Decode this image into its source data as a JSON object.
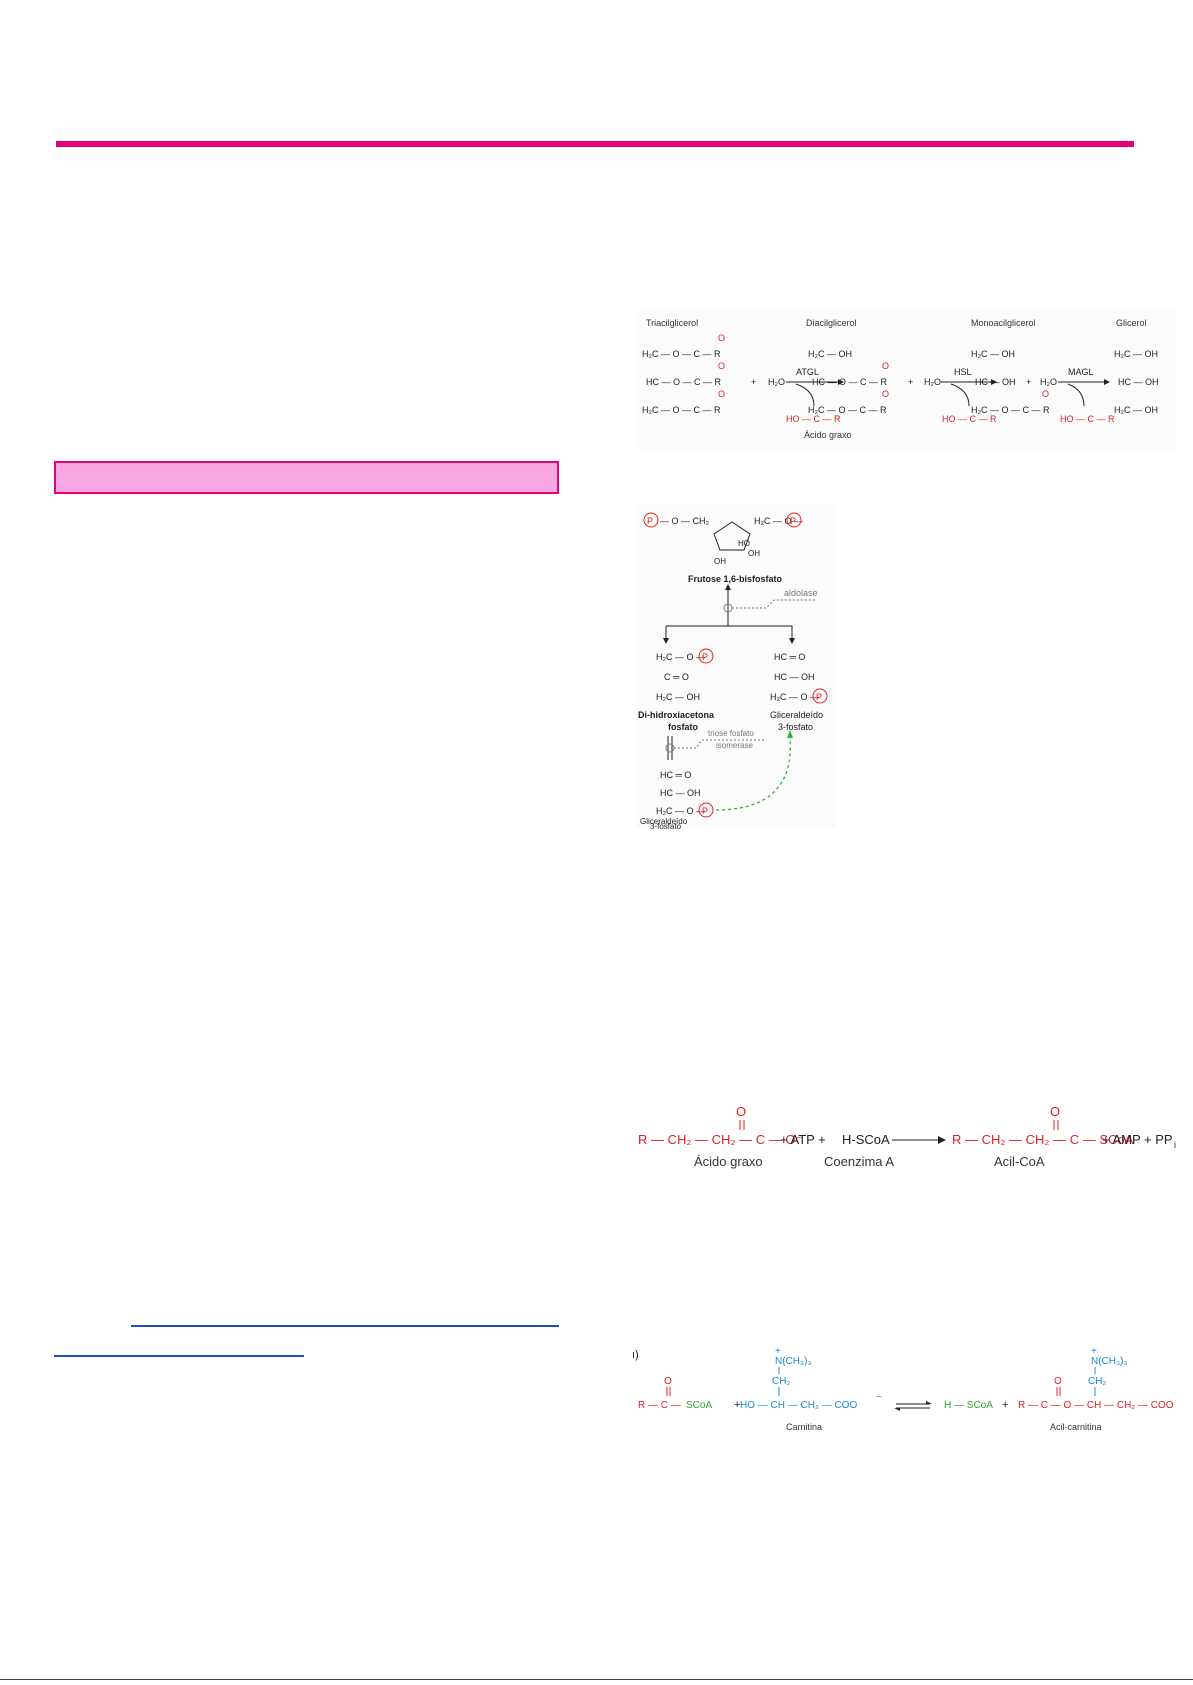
{
  "fig_lipolysis": {
    "labels": [
      "Triacilglicerol",
      "Diacilglicerol",
      "Monoacilglicerol",
      "Glicerol"
    ],
    "enzymes": [
      "ATGL",
      "HSL",
      "MAGL"
    ],
    "water": "H₂O",
    "byproduct": "Ácido graxo",
    "plus": "+",
    "h2c_o": "H₂C — O — C — R",
    "hc_o": "HC — O — C — R",
    "h2c_oh": "H₂C — OH",
    "hc_oh": "HC — OH",
    "ho_c_r": "HO — C — R",
    "carbonyl_o": "O"
  },
  "fig_aldolase": {
    "substrate": "Frutose 1,6-bisfosfato",
    "enzyme1": "aldolase",
    "product1_line1": "Di-hidroxiacetona",
    "product1_line2": "fosfato",
    "product2_line1": "Gliceraldeído",
    "product2_line2": "3-fosfato",
    "enzyme2_line1": "triose fosfato",
    "enzyme2_line2": "isomerase",
    "product3_line1": "Gliceraldeído",
    "product3_line2": "3-fosfato",
    "p": "P",
    "s_h2c_o": "H₂C — O —",
    "s_c_o": "C ═ O",
    "s_h2c_oh": "H₂C — OH",
    "s_hc_o": "HC ═ O",
    "s_hc_oh": "HC — OH",
    "s_p_o_ch2": "— O — CH₂",
    "s_h2c_o_r": "H₂C — O —",
    "s_ho": "HO",
    "s_oh": "OH"
  },
  "fig_activation": {
    "reactant_formula": "R — CH₂ — CH₂ — C — O⁻",
    "plus_atp": "+ ATP +",
    "hscoa": "H-SCoA",
    "product_formula": "R — CH₂ — CH₂ — C — SCoA",
    "products_tail": "+ AMP + PP",
    "pp_sub": "i",
    "label1": "Ácido graxo",
    "label2": "Coenzima A",
    "label3": "Acil-CoA",
    "o": "O"
  },
  "fig_carnitine": {
    "panel": "ı)",
    "acyl_r_c": "R — C —",
    "scoa": "SCoA",
    "plus": "+",
    "carnitine_chain": "HO — CH — CH₂ — COO",
    "minus": "−",
    "n_group": "N(CH₃)₃",
    "ch2": "CH₂",
    "plus_charge": "+",
    "hscoa": "H — SCoA",
    "acyl_o": "R — C — O — CH — CH₂ — COO",
    "label_carnitina": "Carnitina",
    "label_acil": "Acil-carnitina",
    "o": "O"
  }
}
